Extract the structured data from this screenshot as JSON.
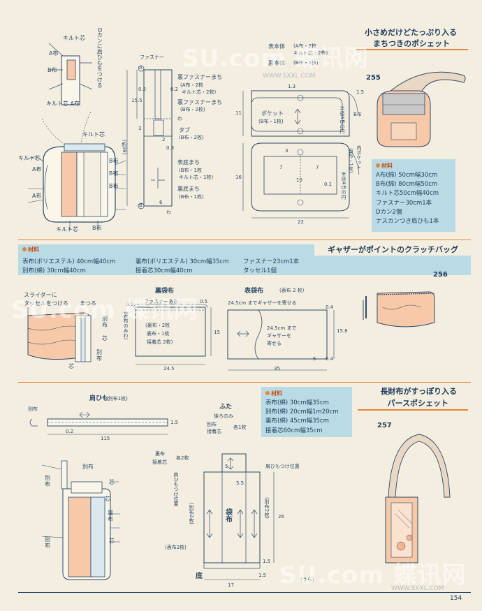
{
  "sec255": {
    "title1": "小さめだけどたっぷり入る",
    "title2": "まちつきのポシェット",
    "num": "255",
    "materials_head": "材料",
    "materials": [
      "A布(綿) 50cm幅30cm",
      "B布(綿) 80cm幅50cm",
      "キルト芯50cm幅40cm",
      "ファスナー30cm1本",
      "Dカン2個",
      "ナスカンつき肩ひも1本"
    ],
    "left_labels": {
      "kiltshin1": "キルト芯",
      "dkan": "Dカンに肩ひもをつける",
      "a1": "A布",
      "b1": "B布",
      "kilt_a": "キルト芯 A布",
      "kiltshin2": "キルト芯",
      "kiltshin3": "キルト芯",
      "a2": "A布",
      "b2": "B布",
      "b3": "B布",
      "a3": "A布",
      "b4": "B布",
      "kiltshin4": "キルト芯",
      "b5": "B布"
    },
    "strip_labels": {
      "fastener": "ファスナー",
      "a": "A",
      "b": "B",
      "ura1": "裏ファスナーまち",
      "ura1s": "(A布・2枚",
      "ura1k": "キルト芯・2枚)",
      "ura2": "裏ファスナーまち",
      "ura2s": "(B布・2枚)",
      "wa": "わ",
      "tab": "タブ",
      "tabs": "(B布・2枚)",
      "hyo": "表底まち",
      "hyos": "(B布・1枚",
      "hyok": "キルト芯・1枚)",
      "uraz": "裏底まち",
      "urazs": "(B布・1枚)",
      "d05": "0.5",
      "d02": "0.2",
      "d155": "15.5",
      "d3": "3",
      "d2": "2",
      "d03": "0.3",
      "d39": "(約39)",
      "d6": "6",
      "wa2": "わ"
    },
    "body_labels": {
      "hyohon": "表本体",
      "hyohons": "(A布・2枚",
      "hyohonk": "キルト芯・2枚)",
      "urahon": "裏本体",
      "urahons": "(B布・2枚)",
      "pocket": "ポケット",
      "pockets": "(B布・1枚)",
      "d11": "11",
      "d13": "1.3",
      "d15": "1.5",
      "hankei4": "半径4㎝の円",
      "bnuno": "B布",
      "naipocket": "内ポケット",
      "naipockets": "(B布・1枚)",
      "d3b": "3",
      "d7a": "7",
      "d7b": "7",
      "d10": "10",
      "d01": "0.1",
      "d16": "16",
      "hankei4b": "半径4㎝の円",
      "d22": "22"
    }
  },
  "sec256": {
    "title": "ギャザーがポイントのクラッチバッグ",
    "num": "256",
    "materials_head": "材料",
    "row1a": "表布(ポリエステル) 40cm幅40cm",
    "row1b": "裏布(ポリエステル) 30cm幅35cm",
    "row1c": "ファスナー23cm1本",
    "row2a": "別布(綿) 30cm幅40cm",
    "row2b": "接着芯30cm幅40cm",
    "row2c": "タッセル1個",
    "left_labels": {
      "slider": "スライダーに",
      "tassel": "タッセルをつける",
      "matsuru": "まつる",
      "bnu1": "別布",
      "shin1": "芯",
      "bnu2": "別布",
      "shin2": "芯"
    },
    "ura": {
      "title": "裏袋布",
      "fastener_aki": "ファスナーあき",
      "d05a": "0.5",
      "d05b": "0.5",
      "l1": "(裏布・2枚",
      "l2": "表布・1枚",
      "l3": "接着芯 2枚)",
      "side": "(表布のみわ)",
      "d15": "15",
      "d245": "24.5"
    },
    "hyo": {
      "title": "表袋布",
      "count": "(表布 2 枚)",
      "top": "24.5cm までギャザーを寄せる",
      "inner1": "24.5cm まで",
      "inner2": "ギャザーを",
      "inner3": "寄せる",
      "d04a": "0.4",
      "d04b": "0.4",
      "d5": "5",
      "d158": "15.8",
      "d35": "35"
    }
  },
  "sec257": {
    "title1": "長財布がすっぽり入る",
    "title2": "パースポシェット",
    "num": "257",
    "materials_head": "材料",
    "materials": [
      "表布(綿) 30cm幅35cm",
      "別布(綿) 20cm幅1m20cm",
      "裏布(綿) 45cm幅35cm",
      "接着芯60cm幅35cm"
    ],
    "strap": {
      "title": "肩ひも",
      "count": "(別布1枚)",
      "bnu": "別布",
      "d02": "0.2",
      "d15": "1.5",
      "d115": "115"
    },
    "left_labels": {
      "bnu1": "別布",
      "shin1": "芯",
      "shin2": "芯",
      "urafu": "裏布",
      "bnu2": "別布",
      "bnu3": "別布",
      "shin3": "芯"
    },
    "futa": {
      "title": "ふた",
      "l1": "後ろのみ",
      "l2": "別布",
      "l3": "接着芯",
      "each1": "各1枚",
      "ura": "裏布",
      "setsuchaku": "接着芯",
      "each2": "各2枚",
      "kata1": "肩",
      "kata2": "ひ",
      "kata3": "も",
      "kata4": "つ",
      "kata5": "け",
      "kata6": "位",
      "kata7": "置",
      "katatsuke": "肩ひもつけ位置",
      "d5": "5",
      "d55": "5.5",
      "fukuro": "袋布",
      "bnu2a": "(別布2枚)",
      "bnu2b": "(別布2枚)",
      "hyo2": "(表布2枚)",
      "d26": "26",
      "d15a": "1.5",
      "d15b": "1.5",
      "soko": "底",
      "d17": "17",
      "ura_small": "(うら)"
    }
  },
  "watermark": {
    "main": "SU.com 蝶讯网",
    "url": "WWW.SXXL.COM"
  },
  "page_number": "154"
}
